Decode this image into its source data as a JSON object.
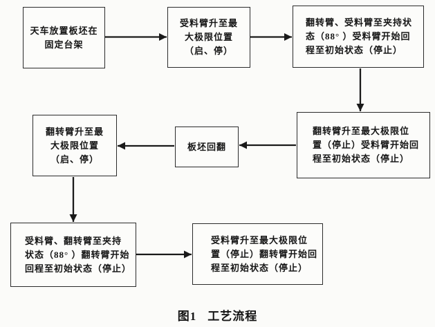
{
  "figure": {
    "caption_label": "图1",
    "caption_title": "工艺流程"
  },
  "colors": {
    "ink": "#1a1a1a",
    "paper": "#fbfbf9",
    "box_border": "#2a2a2a"
  },
  "flowchart": {
    "nodes": {
      "place_slab": {
        "text": "天车放置板坯在\n固定台架"
      },
      "receiving_arm_lift": {
        "text": "受料臂升至最\n大极限位置\n（启、停）"
      },
      "clamp_receiving_return": {
        "text": "翻转臂、受料臂至夹持状\n态（88° ）受料臂开始回\n程至初始状态（停止）"
      },
      "turnover_arm_max": {
        "text": "翻转臂升至最大极限位\n置（停止）受料臂开始回\n程至初始状态（停止）"
      },
      "slab_turnover": {
        "text": "板坯回翻"
      },
      "turnover_arm_lift": {
        "text": "翻转臂升至最\n大极限位置\n（启、停）"
      },
      "clamp_turnover_return": {
        "text": "受料臂、翻转臂至夹持\n状态（88° ）翻转臂开始\n回程至初始状态（停止）"
      },
      "receiving_arm_max": {
        "text": "受料臂升至最大极限位\n置（停止）翻转臂开始回\n程至初始状态（停止）"
      }
    }
  }
}
